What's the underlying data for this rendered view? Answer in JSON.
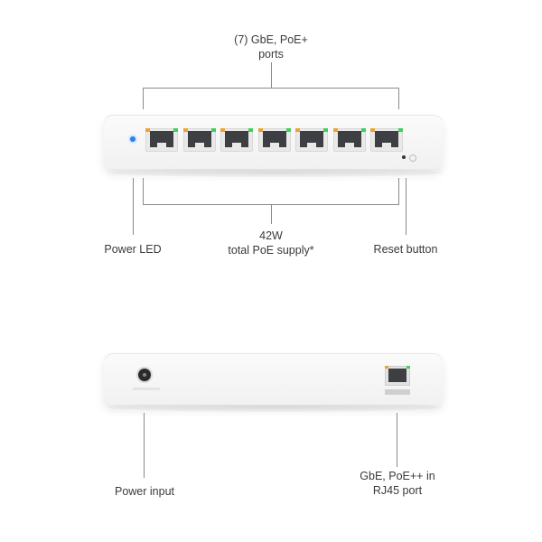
{
  "front": {
    "top_label": {
      "line1": "(7) GbE, PoE+",
      "line2": "ports"
    },
    "mid_label": {
      "line1": "42W",
      "line2": "total PoE supply*"
    },
    "power_led_label": "Power LED",
    "reset_label": "Reset button",
    "port_count": 7,
    "colors": {
      "power_led": "#2f7ff2",
      "port_led_amber": "#f0a133",
      "port_led_green": "#3fcf5c"
    }
  },
  "back": {
    "power_input_label": "Power input",
    "uplink_label": {
      "line1": "GbE, PoE++ in",
      "line2": "RJ45 port"
    }
  }
}
